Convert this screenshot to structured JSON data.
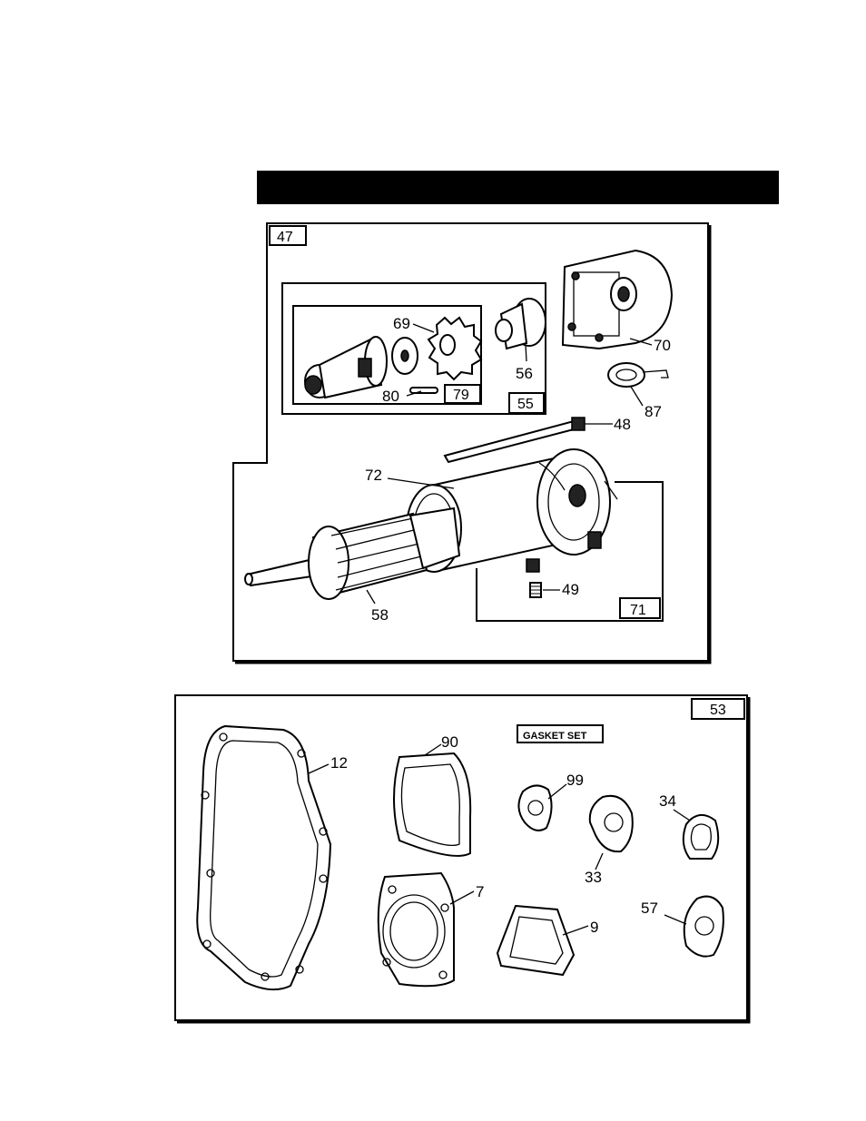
{
  "upper_assembly": {
    "box_label": "47",
    "inner_box_labels": {
      "drive_kit": "55",
      "drive_sub": "79",
      "end_cap": "71"
    },
    "parts": {
      "p69": "69",
      "p56": "56",
      "p70": "70",
      "p87": "87",
      "p80": "80",
      "p48": "48",
      "p72": "72",
      "p49": "49",
      "p58": "58"
    }
  },
  "gasket_set": {
    "box_label": "53",
    "title": "GASKET SET",
    "parts": {
      "p12": "12",
      "p90": "90",
      "p99": "99",
      "p34": "34",
      "p33": "33",
      "p7": "7",
      "p9": "9",
      "p57": "57"
    }
  }
}
